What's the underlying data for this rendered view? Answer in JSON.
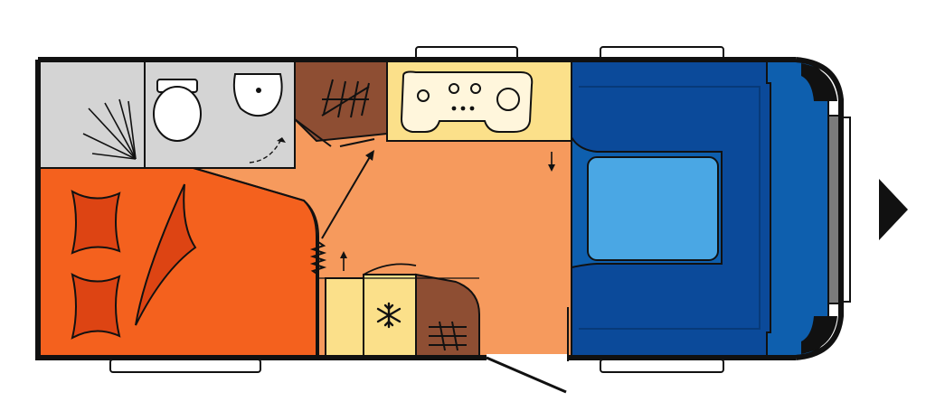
{
  "floorplan": {
    "colors": {
      "outline": "#111111",
      "floor": "#F69A5D",
      "bed": "#F4611E",
      "bed_pattern": "#DD4413",
      "bathroom": "#D4D4D4",
      "fixture": "#FFFFFF",
      "cabinet": "#8E4E33",
      "kitchen": "#FBE08A",
      "kitchen_fixture": "#FFF6DC",
      "seating": "#0B4A9A",
      "seating_edge": "#0E5FAE",
      "table": "#4AA7E4",
      "drawbar": "#7B7B7B",
      "window": "#FFFFFF"
    },
    "icons": {
      "direction": "triangle-right",
      "fridge": "snowflake",
      "entry_door": "swing-door"
    }
  }
}
